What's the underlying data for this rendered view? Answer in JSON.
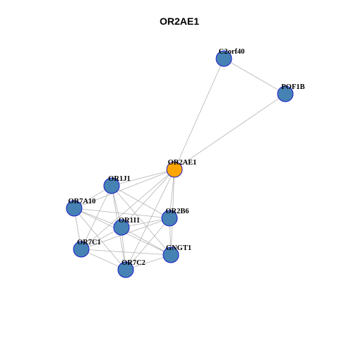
{
  "title": "OR2AE1",
  "colors": {
    "node_default": "#4682b4",
    "node_highlight": "#ffa500",
    "node_border": "#1a1acc",
    "edge": "#b4b4b4"
  },
  "network": {
    "nodes": [
      {
        "id": "C2orf40",
        "label": "C2orf40",
        "highlight": false
      },
      {
        "id": "POF1B",
        "label": "POF1B",
        "highlight": false
      },
      {
        "id": "OR2AE1",
        "label": "OR2AE1",
        "highlight": true
      },
      {
        "id": "OR1J1",
        "label": "OR1J1",
        "highlight": false
      },
      {
        "id": "OR7A10",
        "label": "OR7A10",
        "highlight": false
      },
      {
        "id": "OR2B6",
        "label": "OR2B6",
        "highlight": false
      },
      {
        "id": "OR1I1",
        "label": "OR1I1",
        "highlight": false
      },
      {
        "id": "OR7C1",
        "label": "OR7C1",
        "highlight": false
      },
      {
        "id": "GNGT1",
        "label": "GNGT1",
        "highlight": false
      },
      {
        "id": "OR7C2",
        "label": "OR7C2",
        "highlight": false
      }
    ],
    "edges": [
      [
        "C2orf40",
        "POF1B"
      ],
      [
        "C2orf40",
        "OR2AE1"
      ],
      [
        "POF1B",
        "OR2AE1"
      ],
      [
        "OR2AE1",
        "OR1J1"
      ],
      [
        "OR2AE1",
        "OR7A10"
      ],
      [
        "OR2AE1",
        "OR2B6"
      ],
      [
        "OR2AE1",
        "OR1I1"
      ],
      [
        "OR2AE1",
        "OR7C1"
      ],
      [
        "OR2AE1",
        "GNGT1"
      ],
      [
        "OR2AE1",
        "OR7C2"
      ],
      [
        "OR1J1",
        "OR7A10"
      ],
      [
        "OR1J1",
        "OR2B6"
      ],
      [
        "OR1J1",
        "OR1I1"
      ],
      [
        "OR1J1",
        "OR7C1"
      ],
      [
        "OR1J1",
        "GNGT1"
      ],
      [
        "OR1J1",
        "OR7C2"
      ],
      [
        "OR7A10",
        "OR2B6"
      ],
      [
        "OR7A10",
        "OR1I1"
      ],
      [
        "OR7A10",
        "OR7C1"
      ],
      [
        "OR7A10",
        "GNGT1"
      ],
      [
        "OR7A10",
        "OR7C2"
      ],
      [
        "OR2B6",
        "OR1I1"
      ],
      [
        "OR2B6",
        "OR7C1"
      ],
      [
        "OR2B6",
        "GNGT1"
      ],
      [
        "OR2B6",
        "OR7C2"
      ],
      [
        "OR1I1",
        "OR7C1"
      ],
      [
        "OR1I1",
        "GNGT1"
      ],
      [
        "OR1I1",
        "OR7C2"
      ],
      [
        "OR7C1",
        "GNGT1"
      ],
      [
        "OR7C1",
        "OR7C2"
      ],
      [
        "GNGT1",
        "OR7C2"
      ]
    ]
  }
}
